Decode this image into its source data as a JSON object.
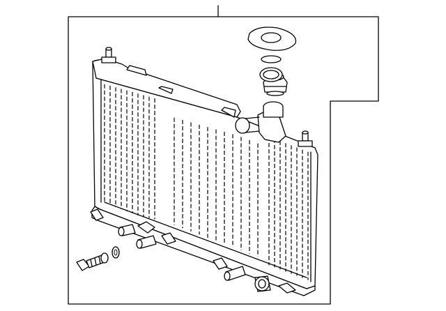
{
  "diagram": {
    "style": "parts-illustration",
    "colors": {
      "line": "#000000",
      "background": "#ffffff"
    },
    "components": [
      "radiator-core",
      "upper-tank",
      "lower-tank",
      "filler-neck",
      "radiator-cap",
      "cap-seal",
      "filler-gasket",
      "drain-plug",
      "o-ring",
      "outlet-pipes",
      "mounting-pins"
    ]
  }
}
